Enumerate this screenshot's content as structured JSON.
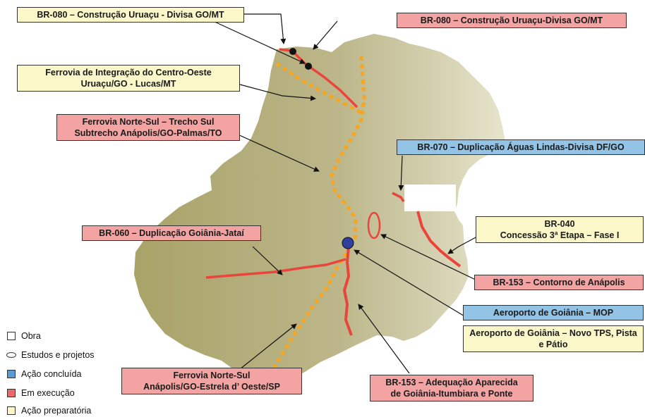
{
  "labels": {
    "br080_prep": "BR-080 – Construção Uruaçu - Divisa GO/MT",
    "br080_exec": "BR-080 – Construção Uruaçu-Divisa GO/MT",
    "fico_1": "Ferrovia de Integração do Centro-Oeste",
    "fico_2": "Uruaçu/GO - Lucas/MT",
    "fns_norte_1": "Ferrovia Norte-Sul – Trecho Sul",
    "fns_norte_2": "Subtrecho Anápolis/GO-Palmas/TO",
    "br070": "BR-070 – Duplicação Águas Lindas-Divisa DF/GO",
    "br040_1": "BR-040",
    "br040_2": "Concessão 3ª Etapa – Fase I",
    "br060": "BR-060 – Duplicação Goiânia-Jataí",
    "br153_anel": "BR-153 –  Contorno de Anápolis",
    "aeroporto_mop": "Aeroporto de Goiânia – MOP",
    "aeroporto_tps_1": "Aeroporto de Goiânia – Novo TPS, Pista",
    "aeroporto_tps_2": "e Pátio",
    "fns_sul_1": "Ferrovia Norte-Sul",
    "fns_sul_2": "Anápolis/GO-Estrela d’ Oeste/SP",
    "br153_adeq_1": "BR-153 – Adequação Aparecida",
    "br153_adeq_2": "de Goiânia-Itumbiara e Ponte"
  },
  "legend": {
    "obra": "Obra",
    "estudos": "Estudos e projetos",
    "concluida": "Ação concluída",
    "execucao": "Em  execução",
    "preparatoria": "Ação preparatória"
  },
  "colors": {
    "em_execucao": "#f4a3a3",
    "acao_preparatoria": "#fbf7c9",
    "acao_concluida": "#93c4e6",
    "road_line": "#e8463c",
    "railway_line": "#f5a623",
    "airport_marker": "#2e3f9e",
    "state_fill": "#bdb78f"
  }
}
